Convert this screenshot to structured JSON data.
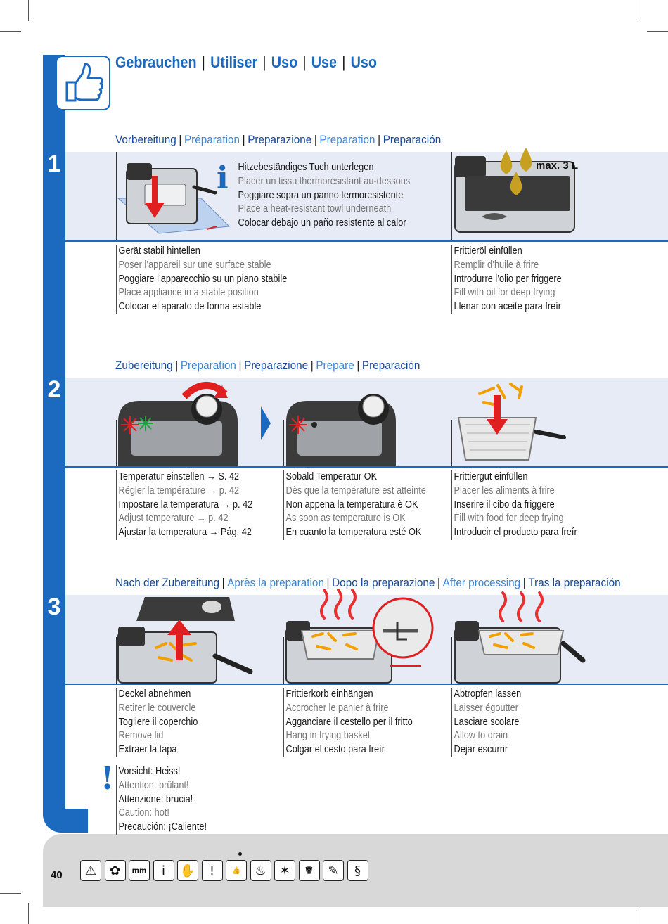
{
  "page": {
    "number": "40"
  },
  "header": {
    "titles": [
      "Gebrauchen",
      "Utiliser",
      "Uso",
      "Use",
      "Uso"
    ],
    "separator": "|"
  },
  "steps": [
    {
      "number": "1",
      "title_parts": [
        "Vorbereitung",
        "Préparation",
        "Preparazione",
        "Preparation",
        "Preparación"
      ],
      "info_text": [
        "Hitzebeständiges Tuch unterlegen",
        "Placer un tissu thermorésistant au-dessous",
        "Poggiare sopra un panno termoresistente",
        "Place a heat-resistant towl underneath",
        "Colocar debajo un paño resistente al calor"
      ],
      "max_label": "max. 3 L",
      "captions": [
        [
          "Gerät stabil hintellen",
          "Poser l’appareil sur une surface stable",
          "Poggiare l’apparecchio su un piano stabile",
          "Place appliance in a stable position",
          "Colocar el aparato de forma estable"
        ],
        [
          "Frittieröl einfüllen",
          "Remplir d’huile à frire",
          "Introdurre l’olio per friggere",
          "Fill with oil for deep frying",
          "Llenar con aceite para freír"
        ]
      ]
    },
    {
      "number": "2",
      "title_parts": [
        "Zubereitung",
        "Preparation",
        "Preparazione",
        "Prepare",
        "Preparación"
      ],
      "captions": [
        [
          "Temperatur einstellen → S. 42",
          "Régler la température → p. 42",
          "Impostare la temperatura → p. 42",
          "Adjust temperature → p. 42",
          "Ajustar la temperatura → Pág. 42"
        ],
        [
          "Sobald Temperatur OK",
          "Dès que la température est atteinte",
          "Non appena la temperatura è OK",
          "As soon as temperature is OK",
          "En cuanto la temperatura esté OK"
        ],
        [
          "Frittiergut einfüllen",
          "Placer les aliments à frire",
          "Inserire il cibo da friggere",
          "Fill with food for deep frying",
          "Introducir el producto para freír"
        ]
      ]
    },
    {
      "number": "3",
      "title_parts": [
        "Nach der Zubereitung",
        "Après la preparation",
        "Dopo la preparazione",
        "After processing",
        "Tras la preparación"
      ],
      "captions": [
        [
          "Deckel abnehmen",
          "Retirer le couvercle",
          "Togliere il coperchio",
          "Remove lid",
          "Extraer la tapa"
        ],
        [
          "Frittierkorb einhängen",
          "Accrocher le panier à frire",
          "Agganciare il cestello per il fritto",
          "Hang in frying basket",
          "Colgar el cesto para freír"
        ],
        [
          "Abtropfen lassen",
          "Laisser égoutter",
          "Lasciare scolare",
          "Allow to drain",
          "Dejar escurrir"
        ]
      ],
      "warning": [
        "Vorsicht: Heiss!",
        "Attention: brûlant!",
        "Attenzione: brucia!",
        "Caution: hot!",
        "Precaución: ¡Caliente!"
      ]
    }
  ],
  "footer_icons": [
    {
      "name": "warning-icon",
      "glyph": "⚠"
    },
    {
      "name": "flower-icon",
      "glyph": "✿"
    },
    {
      "name": "ruler-mm-icon",
      "glyph": "mm"
    },
    {
      "name": "info-icon",
      "glyph": "i"
    },
    {
      "name": "hand-icon",
      "glyph": "✋"
    },
    {
      "name": "exclamation-icon",
      "glyph": "!"
    },
    {
      "name": "thumbs-up-icon",
      "glyph": "👍"
    },
    {
      "name": "chef-hat-icon",
      "glyph": "♨"
    },
    {
      "name": "sparkle-icon",
      "glyph": "✶"
    },
    {
      "name": "trash-icon",
      "glyph": "🗑"
    },
    {
      "name": "pencil-icon",
      "glyph": "✎"
    },
    {
      "name": "paragraph-icon",
      "glyph": "§"
    }
  ]
}
